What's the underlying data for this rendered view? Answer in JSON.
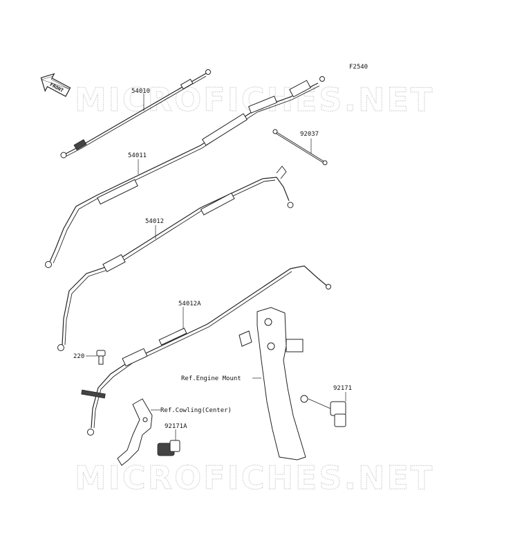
{
  "figure_code": "F2540",
  "watermark": "MICROFICHES.NET",
  "front_arrow_label": "FRONT",
  "part_labels": {
    "p54010": "54010",
    "p54011": "54011",
    "p54012": "54012",
    "p54012A": "54012A",
    "p92037": "92037",
    "p220": "220",
    "p92171": "92171",
    "p92171A": "92171A",
    "ref_engine_mount": "Ref.Engine Mount",
    "ref_cowling": "Ref.Cowling(Center)"
  }
}
